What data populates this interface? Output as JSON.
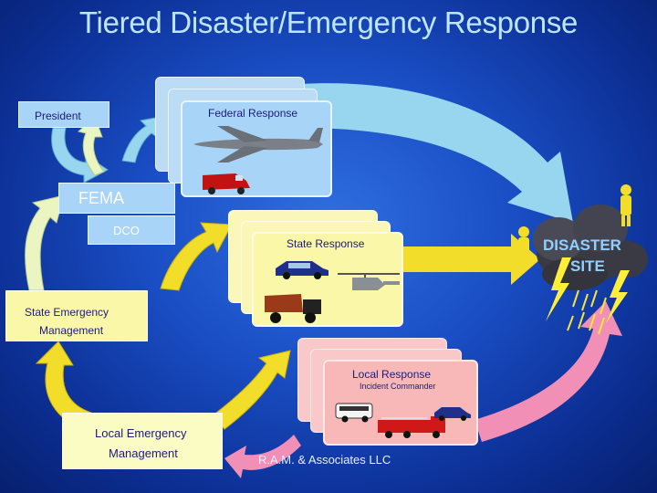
{
  "title": "Tiered Disaster/Emergency Response",
  "nodes": {
    "president": "President",
    "fema": "FEMA",
    "dco": "DCO",
    "state_em_line1": "State Emergency",
    "state_em_line2": "Management",
    "local_em_line1": "Local Emergency",
    "local_em_line2": "Management",
    "disaster_line1": "DISASTER",
    "disaster_line2": "SITE"
  },
  "response_cards": {
    "federal": {
      "label": "Federal Response"
    },
    "state": {
      "label": "State Response"
    },
    "local": {
      "label": "Local Response",
      "sublabel": "Incident Commander"
    }
  },
  "credit": "R.A.M. & Associates LLC",
  "icons": [
    "cargo-plane-icon",
    "van-icon",
    "car-icon",
    "helicopter-icon",
    "dump-truck-icon",
    "bus-icon",
    "fire-truck-icon",
    "storm-cloud-icon",
    "lightning-icon",
    "rain-icon",
    "hazmat-worker-icon"
  ],
  "colors": {
    "background": "#1a4ec4",
    "title": "#bfe6ff",
    "federal_tier": "#a8d4f7",
    "state_tier": "#fbf7a8",
    "local_tier": "#f9b8b8",
    "local_em_box": "#fbfbc4",
    "arrow_yellow": "#f2dd2a",
    "arrow_pink": "#f18fb6",
    "arrow_lightblue": "#98d5ee",
    "arrow_pale": "#ebf5c2"
  }
}
